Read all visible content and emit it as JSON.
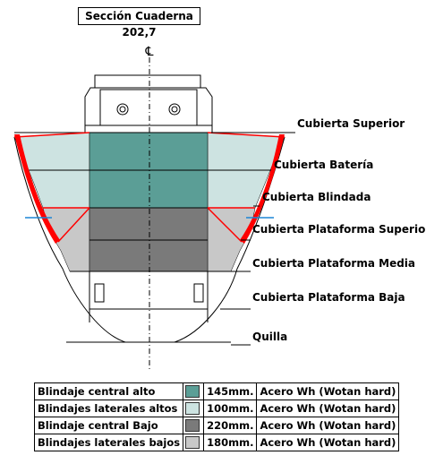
{
  "title": "Sección Cuaderna 202,7",
  "centerline_symbol": "℄",
  "colors": {
    "central_alto": "#5b9e96",
    "laterales_altos": "#cde3e1",
    "central_bajo": "#7a7a7a",
    "laterales_bajos": "#c8c8c8",
    "armor_belt": "#ff0000",
    "waterline": "#1c86d6"
  },
  "decks": [
    {
      "label": "Cubierta Superior"
    },
    {
      "label": "Cubierta Batería"
    },
    {
      "label": "Cubierta Blindada"
    },
    {
      "label": "Cubierta Plataforma Superior"
    },
    {
      "label": "Cubierta Plataforma Media"
    },
    {
      "label": "Cubierta Plataforma Baja"
    },
    {
      "label": "Quilla"
    }
  ],
  "legend": [
    {
      "name": "Blindaje central alto",
      "color": "#5b9e96",
      "thickness": "145mm.",
      "material": "Acero Wh (Wotan hard)"
    },
    {
      "name": "Blindajes laterales altos",
      "color": "#cde3e1",
      "thickness": "100mm.",
      "material": "Acero Wh (Wotan hard)"
    },
    {
      "name": "Blindaje central Bajo",
      "color": "#7a7a7a",
      "thickness": "220mm.",
      "material": "Acero Wh (Wotan hard)"
    },
    {
      "name": "Blindajes laterales bajos",
      "color": "#c8c8c8",
      "thickness": "180mm.",
      "material": "Acero Wh (Wotan hard)"
    }
  ]
}
